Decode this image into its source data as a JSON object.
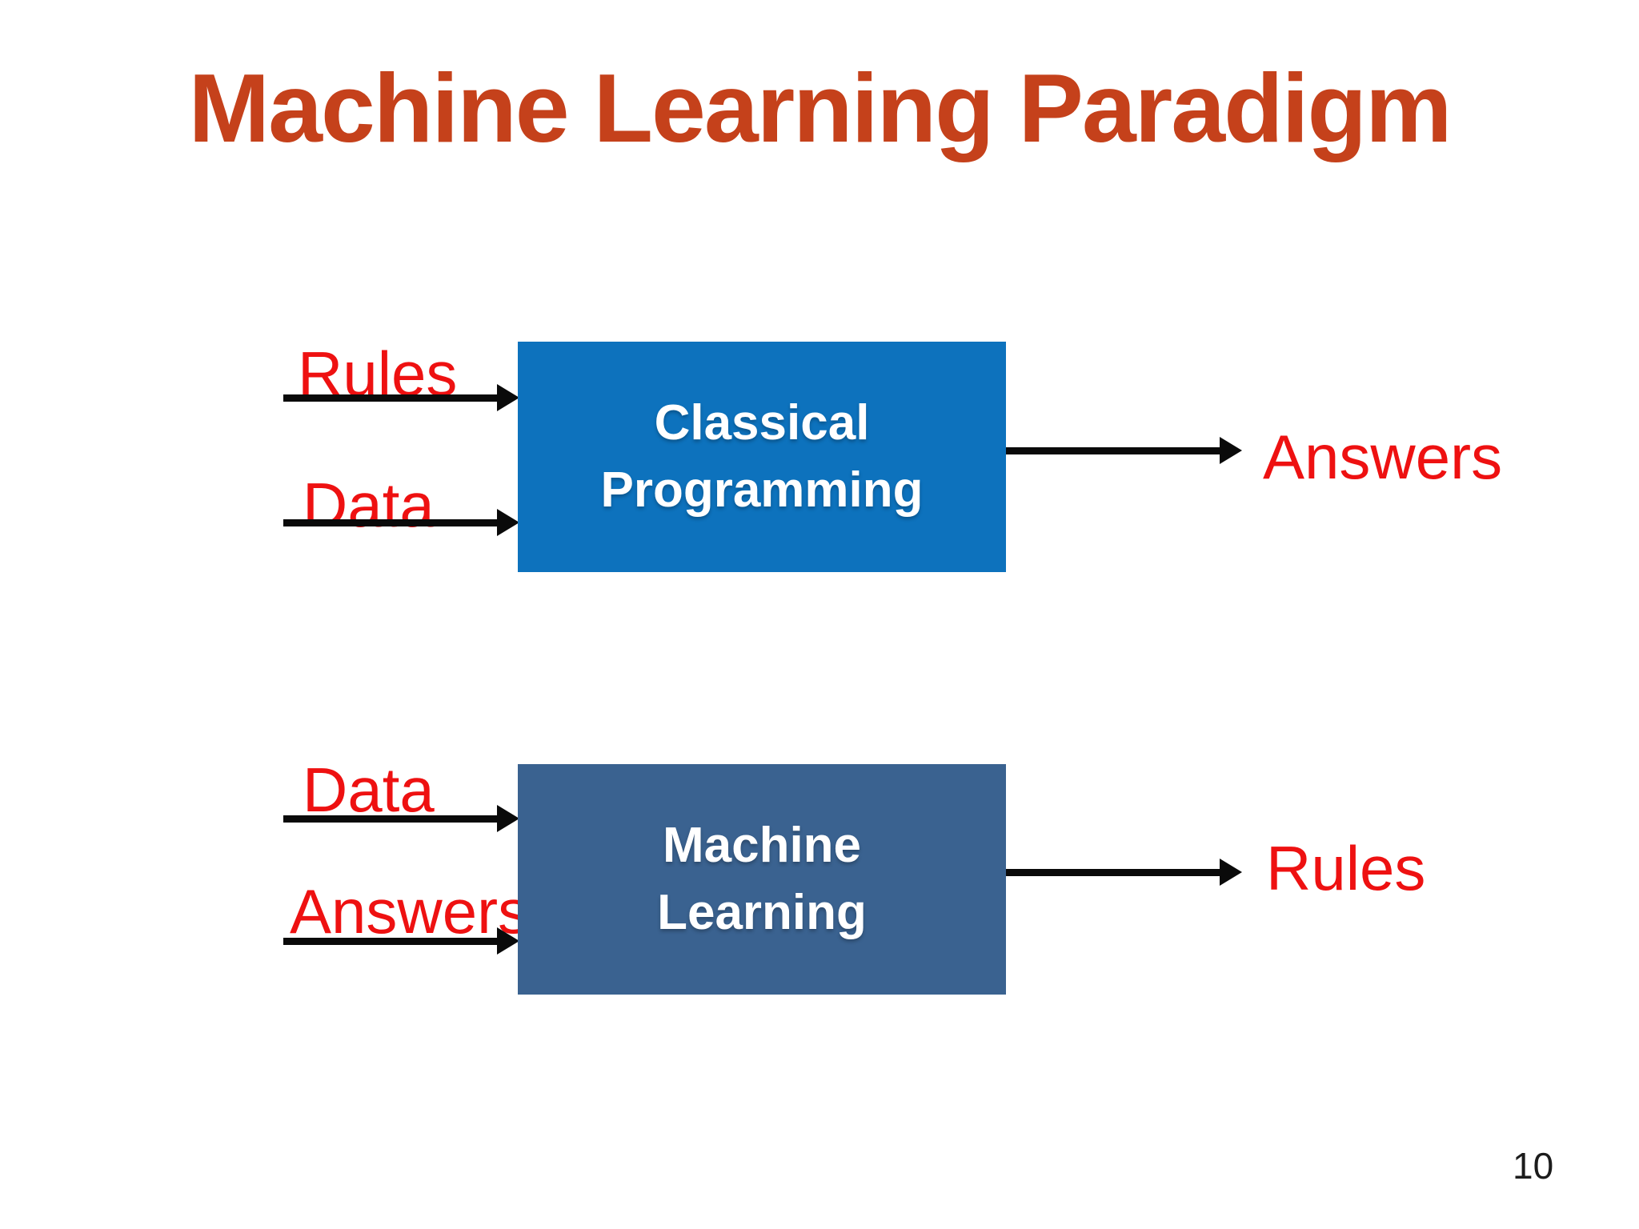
{
  "slide": {
    "title": "Machine Learning Paradigm",
    "page_number": "10",
    "colors": {
      "title": "#C5411B",
      "io_label_red": "#EE1111",
      "classical_box_blue": "#0D72BD",
      "ml_box_blue": "#3A6290",
      "arrow_black": "#0A0A0A",
      "box_text": "#FFFFFF",
      "background": "#FFFFFF"
    },
    "classical_diagram": {
      "input_1": "Rules",
      "input_2": "Data",
      "box_line_1": "Classical",
      "box_line_2": "Programming",
      "output": "Answers"
    },
    "ml_diagram": {
      "input_1": "Data",
      "input_2": "Answers",
      "box_line_1": "Machine",
      "box_line_2": "Learning",
      "output": "Rules"
    }
  }
}
